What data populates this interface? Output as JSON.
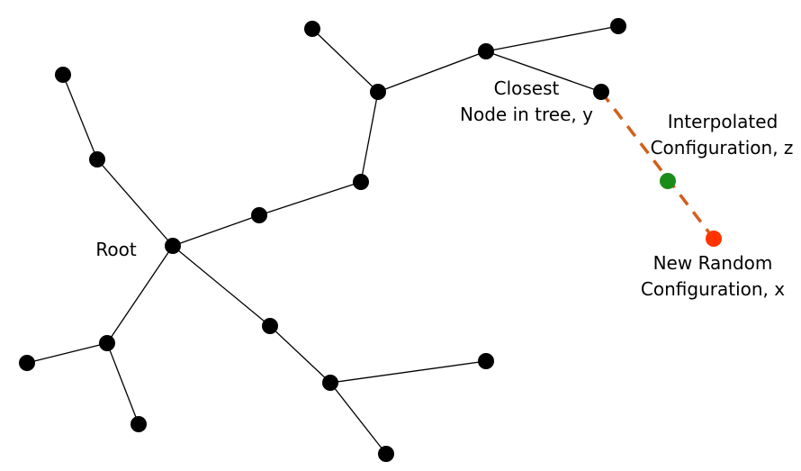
{
  "labels": {
    "root": "Root",
    "closest_line1": "Closest",
    "closest_line2": "Node in tree, y",
    "interp_line1": "Interpolated",
    "interp_line2": "Configuration, z",
    "random_line1": "New Random",
    "random_line2": "Configuration, x"
  },
  "colors": {
    "node": "#000000",
    "edge": "#000000",
    "interpolated_node": "#1a8c1a",
    "random_node": "#ff3300",
    "extension_line": "#d0601a"
  }
}
